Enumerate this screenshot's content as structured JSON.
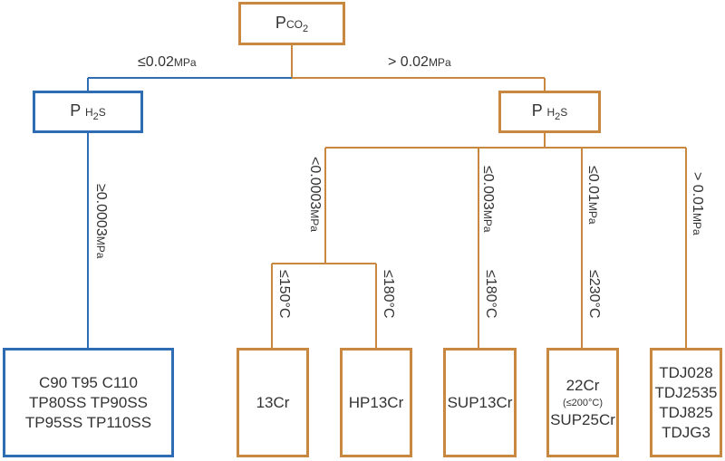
{
  "root": {
    "main": "P",
    "sub": "CO",
    "sub2": "2"
  },
  "branches": {
    "left_label": {
      "value": "≤0.02",
      "unit": "MPa"
    },
    "right_label": {
      "value": "> 0.02",
      "unit": "MPa"
    }
  },
  "h2s_left": {
    "main": "P",
    "sub": "H",
    "sub2": "2",
    "sub3": "S"
  },
  "h2s_right": {
    "main": "P",
    "sub": "H",
    "sub2": "2",
    "sub3": "S"
  },
  "left_edge_label": {
    "value": "≥0.0003",
    "unit": "MPa"
  },
  "right_edges": [
    {
      "value": "<0.0003",
      "unit": "MPa"
    },
    {
      "value": "≤0.003",
      "unit": "MPa"
    },
    {
      "value": "≤0.01",
      "unit": "MPa"
    },
    {
      "value": "> 0.01",
      "unit": "MPa"
    }
  ],
  "temp_labels": [
    "≤150°C",
    "≤180°C",
    "≤180°C",
    "≤230°C"
  ],
  "leaves": {
    "left": [
      "C90 T95 C110",
      "TP80SS TP90SS",
      "TP95SS TP110SS"
    ],
    "cr13": "13Cr",
    "hp13cr": "HP13Cr",
    "sup13cr": "SUP13Cr",
    "cr22": {
      "line1": "22Cr",
      "note": "(≤200°C)",
      "line2": "SUP25Cr"
    },
    "tdj": [
      "TDJ028",
      "TDJ2535",
      "TDJ825",
      "TDJG3"
    ]
  },
  "colors": {
    "orange": "#C8883F",
    "blue": "#2E6DB4",
    "text": "#333333"
  }
}
